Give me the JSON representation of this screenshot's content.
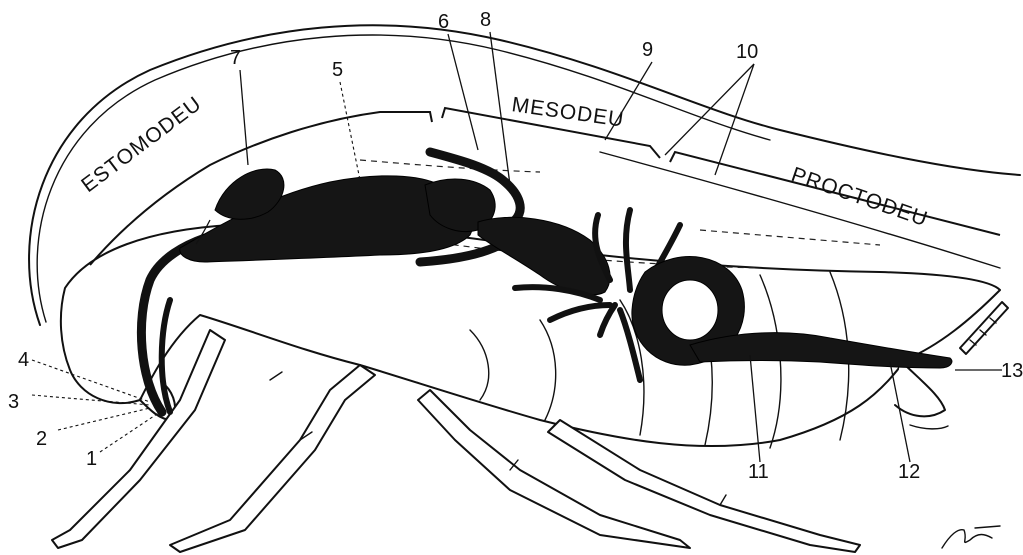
{
  "regions": {
    "stomodeum": "ESTOMODEU",
    "mesodeum": "MESODEU",
    "proctodeum": "PROCTODEU"
  },
  "labels": [
    "1",
    "2",
    "3",
    "4",
    "5",
    "6",
    "7",
    "8",
    "9",
    "10",
    "11",
    "12",
    "13"
  ]
}
